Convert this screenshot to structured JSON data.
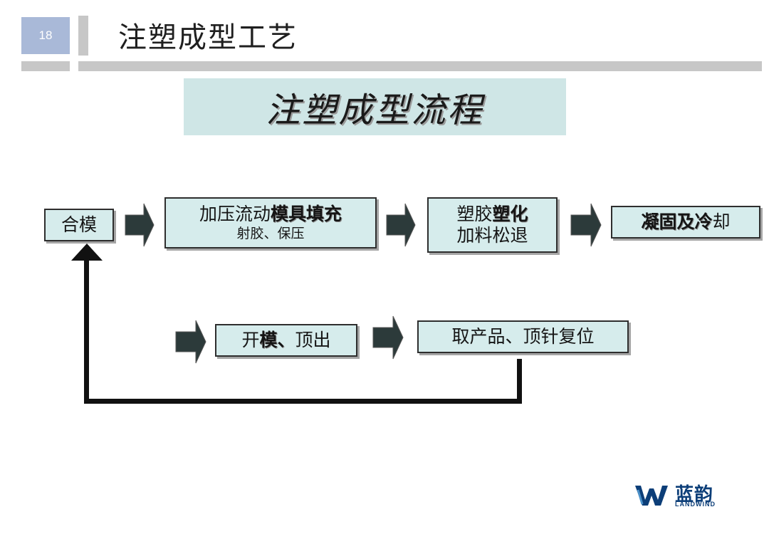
{
  "slide": {
    "number": "18",
    "title": "注塑成型工艺"
  },
  "banner": {
    "text": "注塑成型流程"
  },
  "steps": {
    "close_mold": {
      "line1": "合模"
    },
    "fill": {
      "line1_pre": "加压流动",
      "line1_bold": "模具填充",
      "line2": "射胶、保压"
    },
    "plasticize": {
      "line1_pre": "塑胶",
      "line1_bold": "塑化",
      "line2": "加料松退"
    },
    "cool": {
      "line1_bold": "凝固及冷",
      "line1_post": "却"
    },
    "open_mold": {
      "line1_pre": "开",
      "line1_bold": "模、",
      "line1_post": "顶出"
    },
    "take_product": {
      "line1": "取产品、顶针复位"
    }
  },
  "logo": {
    "cn": "蓝韵",
    "en": "LANDWIND",
    "color": "#0c3e78"
  },
  "colors": {
    "box_fill": "#d6ecec",
    "banner_fill": "#cfe6e6",
    "arrow": "#2c3a3a",
    "page_num_bg": "#a9b9d8"
  }
}
